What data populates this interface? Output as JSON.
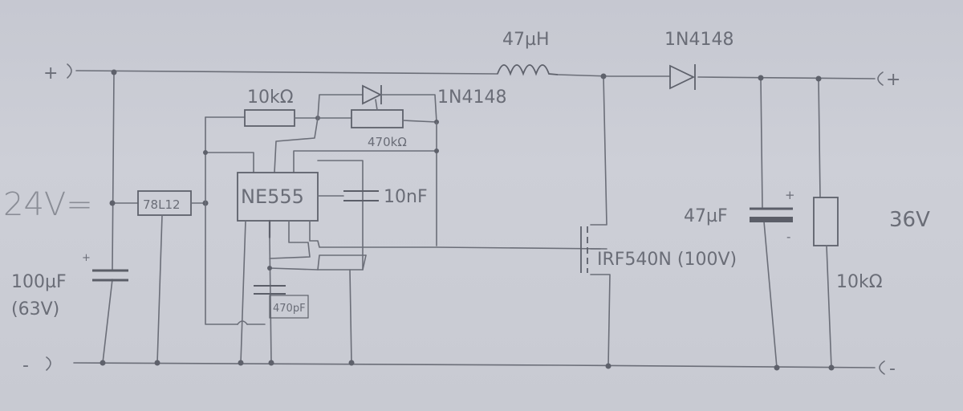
{
  "labels": {
    "vin": "24V=",
    "vout": "36V",
    "term_in_plus": "+",
    "term_in_minus": "-",
    "term_out_plus": "+",
    "term_out_minus": "-",
    "inductor": "47µH",
    "diode_out": "1N4148",
    "diode_fb": "1N4148",
    "res_top": "10kΩ",
    "pot": "470kΩ",
    "ic_timer": "NE555",
    "regulator": "78L12",
    "cap_timing": "10nF",
    "cap_small": "470pF",
    "cap_in_value": "100µF",
    "cap_in_voltage": "(63V)",
    "cap_out": "47µF",
    "cap_out_plus": "+",
    "cap_out_minus": "-",
    "mosfet": "IRF540N (100V)",
    "res_load": "10kΩ"
  }
}
